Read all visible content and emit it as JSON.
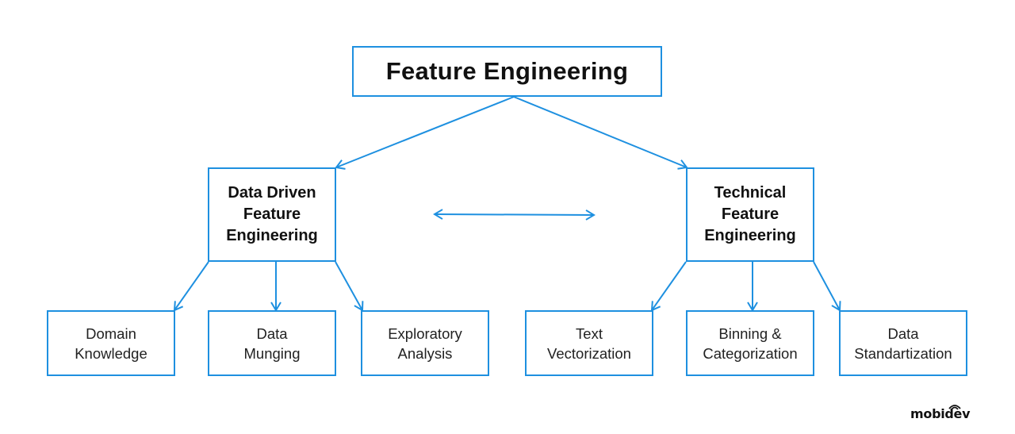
{
  "colors": {
    "accent": "#1e90e0",
    "text": "#111111"
  },
  "root": {
    "label": "Feature Engineering"
  },
  "branches": {
    "left": {
      "label": "Data Driven\nFeature\nEngineering"
    },
    "right": {
      "label": "Technical\nFeature\nEngineering"
    }
  },
  "leaves": {
    "domain": "Domain\nKnowledge",
    "munging": "Data\nMunging",
    "exploratory": "Exploratory\nAnalysis",
    "text": "Text\nVectorization",
    "binning": "Binning &\nCategorization",
    "standard": "Data\nStandartization"
  },
  "logo": {
    "text": "mobidev",
    "icon": "signal-icon"
  }
}
